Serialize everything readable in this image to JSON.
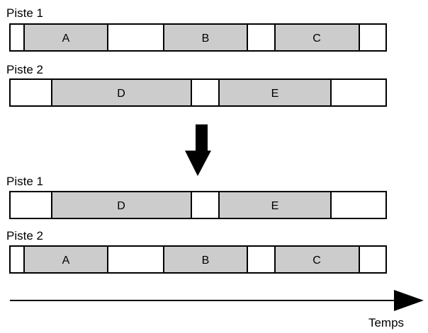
{
  "before": {
    "tracks": [
      {
        "label": "Piste 1",
        "clips": [
          {
            "name": "A",
            "color": "#cccccc"
          },
          {
            "name": "B",
            "color": "#cccccc"
          },
          {
            "name": "C",
            "color": "#cccccc"
          }
        ]
      },
      {
        "label": "Piste 2",
        "clips": [
          {
            "name": "D",
            "color": "#cccccc"
          },
          {
            "name": "E",
            "color": "#cccccc"
          }
        ]
      }
    ]
  },
  "after": {
    "tracks": [
      {
        "label": "Piste 1",
        "clips": [
          {
            "name": "D",
            "color": "#cccccc"
          },
          {
            "name": "E",
            "color": "#cccccc"
          }
        ]
      },
      {
        "label": "Piste 2",
        "clips": [
          {
            "name": "A",
            "color": "#cccccc"
          },
          {
            "name": "B",
            "color": "#cccccc"
          },
          {
            "name": "C",
            "color": "#cccccc"
          }
        ]
      }
    ]
  },
  "transition_icon": "arrow-down-icon",
  "time_axis": {
    "label": "Temps",
    "icon": "arrow-right-icon"
  },
  "colors": {
    "stroke": "#000000",
    "clip_fill": "#cccccc",
    "track_fill": "#ffffff"
  }
}
